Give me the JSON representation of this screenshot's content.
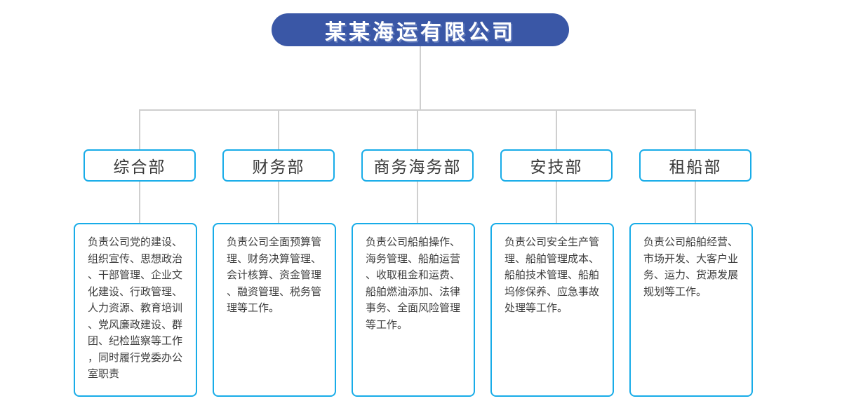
{
  "chart": {
    "title": "某某海运有限公司",
    "departments": [
      {
        "name": "综合部",
        "description": "负责公司党的建设、组织宣传、思想政治、干部管理、企业文化建设、行政管理、人力资源、教育培训、党风廉政建设、群团、纪检监察等工作，同时履行党委办公室职责"
      },
      {
        "name": "财务部",
        "description": "负责公司全面预算管理、财务决算管理、会计核算、资金管理、融资管理、税务管理等工作。"
      },
      {
        "name": "商务海务部",
        "description": "负责公司船舶操作、海务管理、船舶运营、收取租金和运费、船舶燃油添加、法律事务、全面风险管理等工作。"
      },
      {
        "name": "安技部",
        "description": "负责公司安全生产管理、船舶管理成本、船舶技术管理、船舶坞修保养、应急事故处理等工作。"
      },
      {
        "name": "租船部",
        "description": "负责公司船舶经营、市场开发、大客户业务、运力、货源发展规划等工作。"
      }
    ],
    "colors": {
      "root_bg": "#3A57A6",
      "root_text": "#FFFFFF",
      "box_border": "#18ACE8",
      "box_bg": "#FFFFFF",
      "connector": "#CFCFCF",
      "text": "#3D3D3D"
    }
  }
}
